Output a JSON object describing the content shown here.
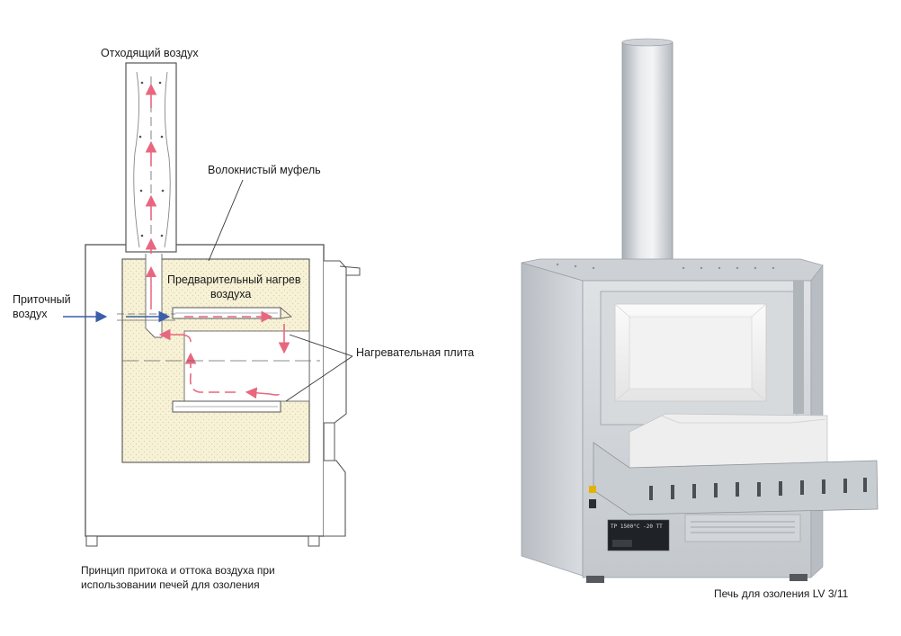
{
  "diagram": {
    "labels": {
      "exhaust_air": "Отходящий воздух",
      "fiber_muffle": "Волокнистый муфель",
      "air_preheat_line1": "Предварительный нагрев",
      "air_preheat_line2": "воздуха",
      "supply_air_line1": "Приточный",
      "supply_air_line2": "воздух",
      "heating_plate": "Нагревательная плита"
    },
    "caption_line1": "Принцип притока и оттока воздуха при",
    "caption_line2": "использовании печей для озоления",
    "colors": {
      "airflow_arrow": "#e8677e",
      "supply_arrow": "#3b5ea8",
      "insulation": "#f7f1d6"
    }
  },
  "photo": {
    "caption": "Печь для озоления LV 3/11",
    "display_text": "TP 1500°C   -20 TT"
  }
}
